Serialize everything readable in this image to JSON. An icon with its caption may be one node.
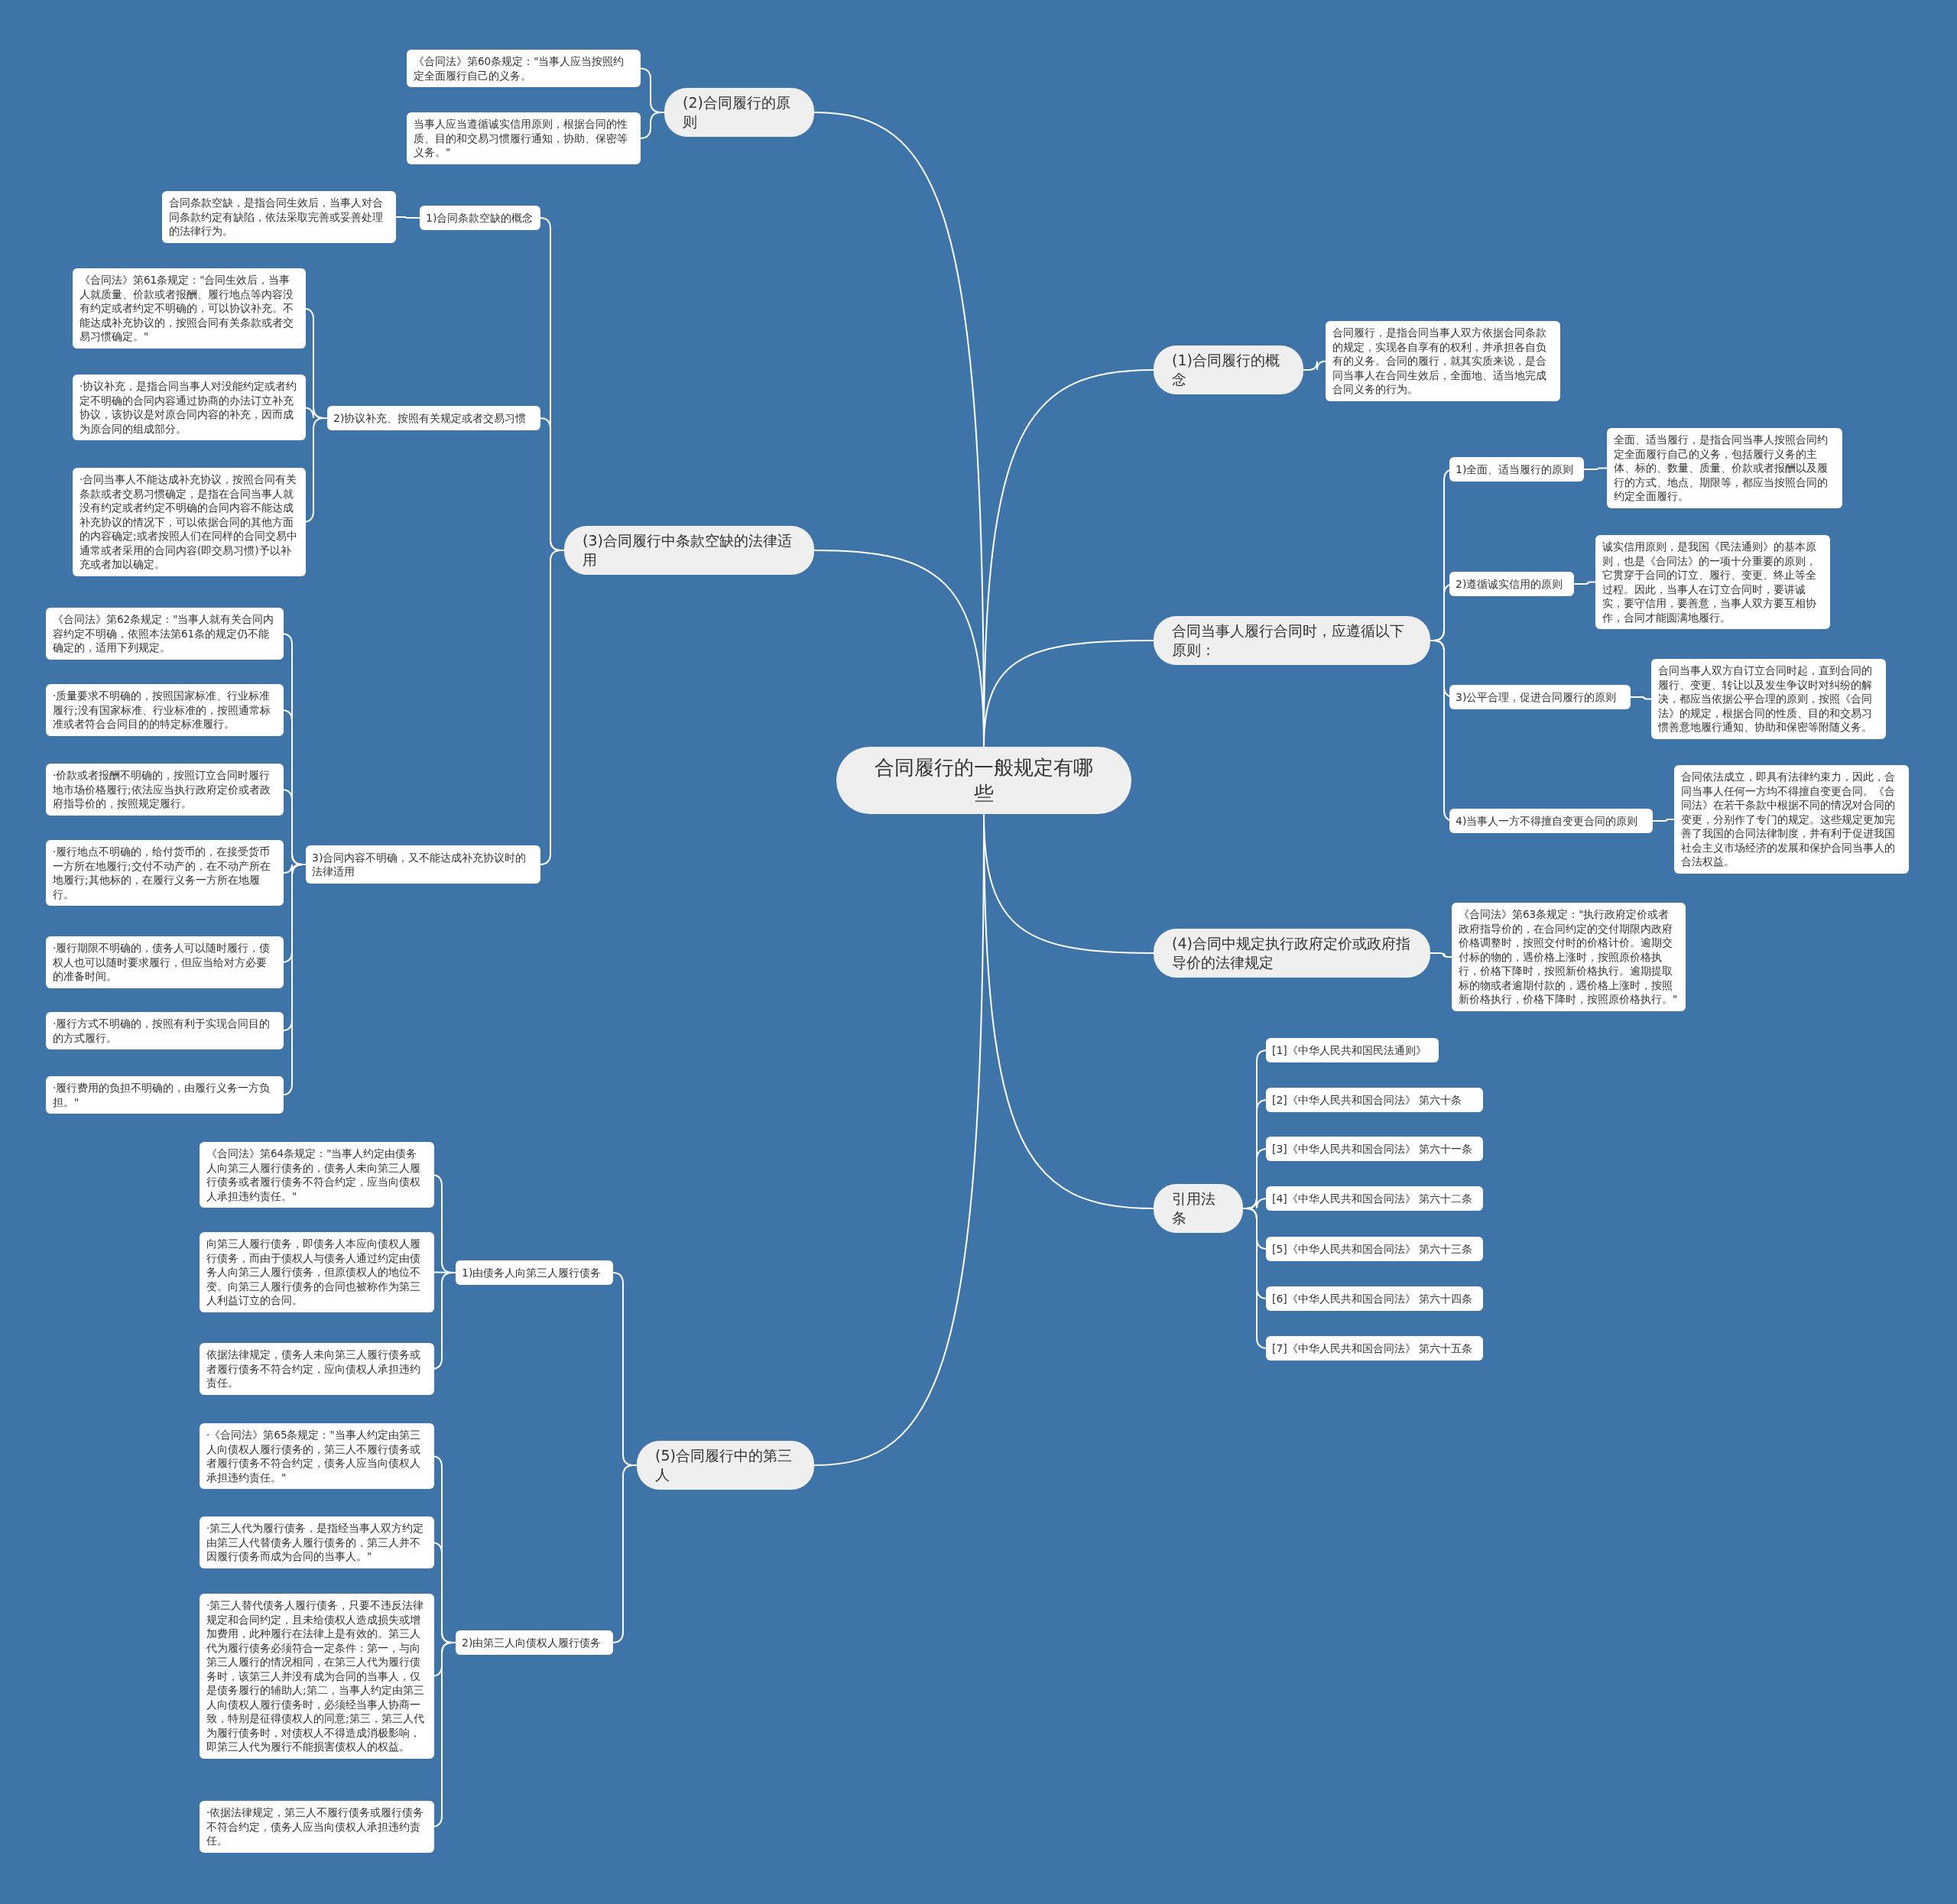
{
  "diagram": {
    "nodes": [
      {
        "text": [
          "合同履行的一般规定有哪些"
        ]
      },
      {
        "text": [
          "(1)合同履行的概念"
        ]
      },
      {
        "text": [
          "合同履行，是指合同当事人双方依据合同条款的规定，实现各自享有的权利，并承担各自负有的义务。合同的履行，就其实质来说，是合同当事人在合同生效后，全面地、适当地完成合同义务的行为。"
        ]
      },
      {
        "text": [
          "合同当事人履行合同时，应遵循以下原则："
        ]
      },
      {
        "text": [
          "1)全面、适当履行的原则"
        ]
      },
      {
        "text": [
          "全面、适当履行，是指合同当事人按照合同约定全面履行自己的义务，包括履行义务的主体、标的、数量、质量、价款或者报酬以及履行的方式、地点、期限等，都应当按照合同的约定全面履行。"
        ]
      },
      {
        "text": [
          "2)遵循诚实信用的原则"
        ]
      },
      {
        "text": [
          "诚实信用原则，是我国《民法通则》的基本原则，也是《合同法》的一项十分重要的原则，它贯穿于合同的订立、履行、变更、终止等全过程。因此，当事人在订立合同时，要讲诚实，要守信用，要善意，当事人双方要互相协作，合同才能圆满地履行。"
        ]
      },
      {
        "text": [
          "3)公平合理，促进合同履行的原则"
        ]
      },
      {
        "text": [
          "合同当事人双方自订立合同时起，直到合同的履行、变更、转让以及发生争议时对纠纷的解决，都应当依据公平合理的原则，按照《合同法》的规定，根据合同的性质、目的和交易习惯善意地履行通知、协助和保密等附随义务。"
        ]
      },
      {
        "text": [
          "4)当事人一方不得擅自变更合同的原则"
        ]
      },
      {
        "text": [
          "合同依法成立，即具有法律约束力，因此，合同当事人任何一方均不得擅自变更合同。《合同法》在若干条款中根据不同的情况对合同的变更，分别作了专门的规定。这些规定更加完善了我国的合同法律制度，并有利于促进我国社会主义市场经济的发展和保护合同当事人的合法权益。"
        ]
      },
      {
        "text": [
          "(4)合同中规定执行政府定价或政府指导价的法律规定"
        ]
      },
      {
        "text": [
          "《合同法》第63条规定：\"执行政府定价或者政府指导价的，在合同约定的交付期限内政府价格调整时，按照交付时的价格计价。逾期交付标的物的，遇价格上涨时，按照原价格执行，价格下降时，按照新价格执行。逾期提取标的物或者逾期付款的，遇价格上涨时，按照新价格执行，价格下降时，按照原价格执行。\""
        ]
      },
      {
        "text": [
          "引用法条"
        ]
      },
      {
        "text": [
          "[1]《中华人民共和国民法通则》"
        ]
      },
      {
        "text": [
          "[2]《中华人民共和国合同法》 第六十条"
        ]
      },
      {
        "text": [
          "[3]《中华人民共和国合同法》 第六十一条"
        ]
      },
      {
        "text": [
          "[4]《中华人民共和国合同法》 第六十二条"
        ]
      },
      {
        "text": [
          "[5]《中华人民共和国合同法》 第六十三条"
        ]
      },
      {
        "text": [
          "[6]《中华人民共和国合同法》 第六十四条"
        ]
      },
      {
        "text": [
          "[7]《中华人民共和国合同法》 第六十五条"
        ]
      },
      {
        "text": [
          "(2)合同履行的原则"
        ]
      },
      {
        "text": [
          "《合同法》第60条规定：\"当事人应当按照约定全面履行自己的义务。"
        ]
      },
      {
        "text": [
          "当事人应当遵循诚实信用原则，根据合同的性质、目的和交易习惯履行通知，协助、保密等义务。\""
        ]
      },
      {
        "text": [
          "(3)合同履行中条款空缺的法律适用"
        ]
      },
      {
        "text": [
          "1)合同条款空缺的概念"
        ]
      },
      {
        "text": [
          "合同条款空缺，是指合同生效后，当事人对合同条款约定有缺陷，依法采取完善或妥善处理的法律行为。"
        ]
      },
      {
        "text": [
          "2)协议补充、按照有关规定或者交易习惯"
        ]
      },
      {
        "text": [
          "《合同法》第61条规定：\"合同生效后，当事人就质量、价款或者报酬、履行地点等内容没有约定或者约定不明确的，可以协议补充。不能达成补充协议的，按照合同有关条款或者交易习惯确定。\""
        ]
      },
      {
        "text": [
          "·协议补充，是指合同当事人对没能约定或者约定不明确的合同内容通过协商的办法订立补充协议，该协议是对原合同内容的补充，因而成为原合同的组成部分。"
        ]
      },
      {
        "text": [
          "·合同当事人不能达成补充协议，按照合同有关条款或者交易习惯确定，是指在合同当事人就没有约定或者约定不明确的合同内容不能达成补充协议的情况下，可以依据合同的其他方面的内容确定;或者按照人们在同样的合同交易中通常或者采用的合同内容(即交易习惯)予以补充或者加以确定。"
        ]
      },
      {
        "text": [
          "3)合同内容不明确，又不能达成补充协议时的法律适用"
        ]
      },
      {
        "text": [
          "《合同法》第62条规定：\"当事人就有关合同内容约定不明确，依照本法第61条的规定仍不能确定的，适用下列规定。"
        ]
      },
      {
        "text": [
          "·质量要求不明确的，按照国家标准、行业标准履行;没有国家标准、行业标准的，按照通常标准或者符合合同目的的特定标准履行。"
        ]
      },
      {
        "text": [
          "·价款或者报酬不明确的，按照订立合同时履行地市场价格履行;依法应当执行政府定价或者政府指导价的，按照规定履行。"
        ]
      },
      {
        "text": [
          "·履行地点不明确的，给付货币的，在接受货币一方所在地履行;交付不动产的，在不动产所在地履行;其他标的，在履行义务一方所在地履行。"
        ]
      },
      {
        "text": [
          "·履行期限不明确的，债务人可以随时履行，债权人也可以随时要求履行，但应当给对方必要的准备时间。"
        ]
      },
      {
        "text": [
          "·履行方式不明确的，按照有利于实现合同目的的方式履行。"
        ]
      },
      {
        "text": [
          "·履行费用的负担不明确的，由履行义务一方负担。\""
        ]
      },
      {
        "text": [
          "(5)合同履行中的第三人"
        ]
      },
      {
        "text": [
          "1)由债务人向第三人履行债务"
        ]
      },
      {
        "text": [
          "《合同法》第64条规定：\"当事人约定由债务人向第三人履行债务的，债务人未向第三人履行债务或者履行债务不符合约定，应当向债权人承担违约责任。\""
        ]
      },
      {
        "text": [
          "向第三人履行债务，即债务人本应向债权人履行债务，而由于债权人与债务人通过约定由债务人向第三人履行债务，但原债权人的地位不变。向第三人履行债务的合同也被称作为第三人利益订立的合同。"
        ]
      },
      {
        "text": [
          "依据法律规定，债务人未向第三人履行债务或者履行债务不符合约定，应向债权人承担违约责任。"
        ]
      },
      {
        "text": [
          "2)由第三人向债权人履行债务"
        ]
      },
      {
        "text": [
          "·《合同法》第65条规定：\"当事人约定由第三人向债权人履行债务的，第三人不履行债务或者履行债务不符合约定，债务人应当向债权人承担违约责任。\""
        ]
      },
      {
        "text": [
          "·第三人代为履行债务，是指经当事人双方约定由第三人代替债务人履行债务的，第三人并不因履行债务而成为合同的当事人。\""
        ]
      },
      {
        "text": [
          "·第三人替代债务人履行债务，只要不违反法律规定和合同约定，且未给债权人造成损失或增加费用，此种履行在法律上是有效的。第三人代为履行债务必须符合一定条件：第一，与向第三人履行的情况相同，在第三人代为履行债务时，该第三人并没有成为合同的当事人，仅是债务履行的辅助人;第二，当事人约定由第三人向债权人履行债务时，必须经当事人协商一致，特别是征得债权人的同意;第三，第三人代为履行债务时，对债权人不得造成消极影响，即第三人代为履行不能损害债权人的权益。"
        ]
      },
      {
        "text": [
          "·依据法律规定，第三人不履行债务或履行债务不符合约定，债务人应当向债权人承担违约责任。"
        ]
      }
    ],
    "edges": [
      {
        "from": 0,
        "to": 1,
        "arrow": "none"
      },
      {
        "from": 1,
        "to": 2,
        "arrow": "none"
      },
      {
        "from": 0,
        "to": 3,
        "arrow": "none"
      },
      {
        "from": 3,
        "to": 4,
        "arrow": "none"
      },
      {
        "from": 4,
        "to": 5,
        "arrow": "none"
      },
      {
        "from": 3,
        "to": 6,
        "arrow": "none"
      },
      {
        "from": 6,
        "to": 7,
        "arrow": "none"
      },
      {
        "from": 3,
        "to": 8,
        "arrow": "none"
      },
      {
        "from": 8,
        "to": 9,
        "arrow": "none"
      },
      {
        "from": 3,
        "to": 10,
        "arrow": "none"
      },
      {
        "from": 10,
        "to": 11,
        "arrow": "none"
      },
      {
        "from": 0,
        "to": 12,
        "arrow": "none"
      },
      {
        "from": 12,
        "to": 13,
        "arrow": "none"
      },
      {
        "from": 0,
        "to": 14,
        "arrow": "none"
      },
      {
        "from": 14,
        "to": 15,
        "arrow": "none"
      },
      {
        "from": 14,
        "to": 16,
        "arrow": "none"
      },
      {
        "from": 14,
        "to": 17,
        "arrow": "none"
      },
      {
        "from": 14,
        "to": 18,
        "arrow": "none"
      },
      {
        "from": 14,
        "to": 19,
        "arrow": "none"
      },
      {
        "from": 14,
        "to": 20,
        "arrow": "none"
      },
      {
        "from": 14,
        "to": 21,
        "arrow": "none"
      },
      {
        "from": 0,
        "to": 22,
        "arrow": "none"
      },
      {
        "from": 22,
        "to": 23,
        "arrow": "none"
      },
      {
        "from": 22,
        "to": 24,
        "arrow": "none"
      },
      {
        "from": 0,
        "to": 25,
        "arrow": "none"
      },
      {
        "from": 25,
        "to": 26,
        "arrow": "none"
      },
      {
        "from": 26,
        "to": 27,
        "arrow": "none"
      },
      {
        "from": 25,
        "to": 28,
        "arrow": "none"
      },
      {
        "from": 28,
        "to": 29,
        "arrow": "none"
      },
      {
        "from": 28,
        "to": 30,
        "arrow": "none"
      },
      {
        "from": 28,
        "to": 31,
        "arrow": "none"
      },
      {
        "from": 25,
        "to": 32,
        "arrow": "none"
      },
      {
        "from": 32,
        "to": 33,
        "arrow": "none"
      },
      {
        "from": 32,
        "to": 34,
        "arrow": "none"
      },
      {
        "from": 32,
        "to": 35,
        "arrow": "none"
      },
      {
        "from": 32,
        "to": 36,
        "arrow": "none"
      },
      {
        "from": 32,
        "to": 37,
        "arrow": "none"
      },
      {
        "from": 32,
        "to": 38,
        "arrow": "none"
      },
      {
        "from": 32,
        "to": 39,
        "arrow": "none"
      },
      {
        "from": 0,
        "to": 40,
        "arrow": "none"
      },
      {
        "from": 40,
        "to": 41,
        "arrow": "none"
      },
      {
        "from": 41,
        "to": 42,
        "arrow": "none"
      },
      {
        "from": 41,
        "to": 43,
        "arrow": "none"
      },
      {
        "from": 41,
        "to": 44,
        "arrow": "none"
      },
      {
        "from": 40,
        "to": 45,
        "arrow": "none"
      },
      {
        "from": 45,
        "to": 46,
        "arrow": "none"
      },
      {
        "from": 45,
        "to": 47,
        "arrow": "none"
      },
      {
        "from": 45,
        "to": 48,
        "arrow": "none"
      },
      {
        "from": 45,
        "to": 49,
        "arrow": "none"
      }
    ]
  }
}
